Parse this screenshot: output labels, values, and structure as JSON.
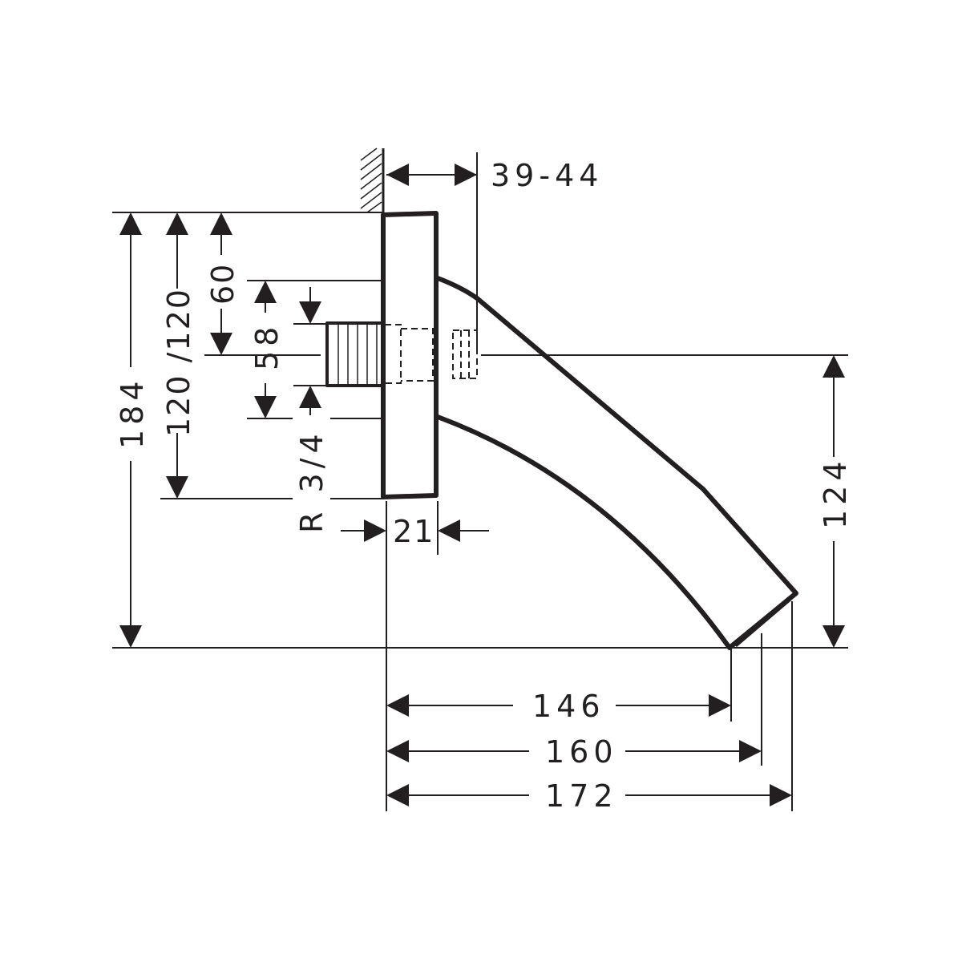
{
  "drawing": {
    "dimensions": {
      "wall_offset": "39-44",
      "height_total": "184",
      "height_connection": "120 /120",
      "height_center": "60",
      "flange_span": "58",
      "thread": "R 3/4",
      "flange_depth": "21",
      "outlet_height": "124",
      "projection_1": "146",
      "projection_2": "160",
      "projection_3": "172"
    },
    "line_color": "#231f20"
  }
}
